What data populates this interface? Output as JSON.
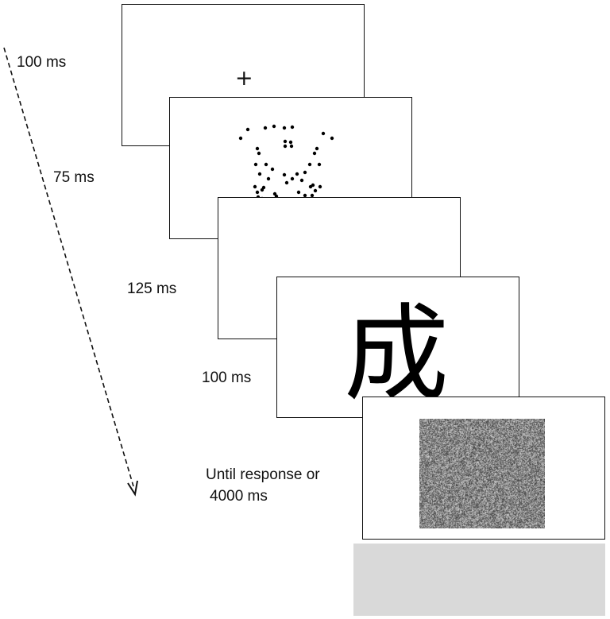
{
  "timeline": {
    "durations": [
      "100 ms",
      "75 ms",
      "125 ms",
      "100 ms"
    ],
    "final_line1": "Until response or",
    "final_line2": "4000 ms"
  },
  "frames": {
    "fixation": {
      "symbol": "+"
    },
    "stimulus": {
      "character": "成"
    }
  },
  "colors": {
    "frame_border": "#111111",
    "mask_base": "#808080",
    "gray_panel": "#d9d9d9"
  }
}
